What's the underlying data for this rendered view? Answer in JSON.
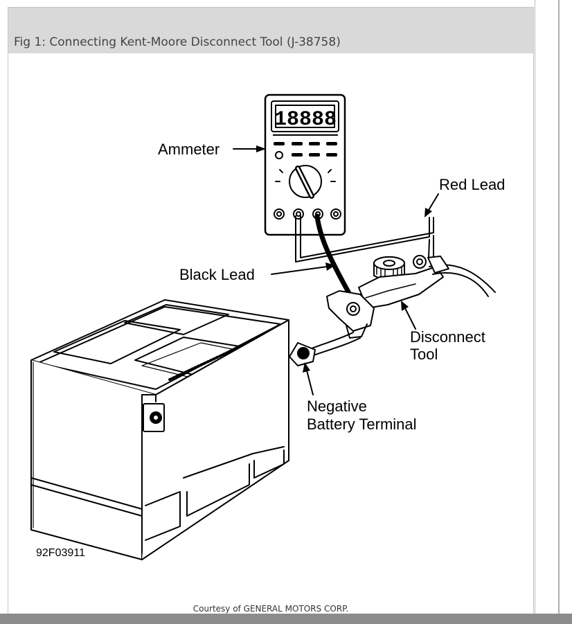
{
  "figure": {
    "caption": "Fig 1: Connecting Kent-Moore Disconnect Tool (J-38758)",
    "credit": "Courtesy of GENERAL MOTORS CORP.",
    "figure_code": "92F03911"
  },
  "display": {
    "readout": "18888"
  },
  "labels": {
    "ammeter": "Ammeter",
    "red_lead": "Red Lead",
    "black_lead": "Black Lead",
    "disconnect_line1": "Disconnect",
    "disconnect_line2": "Tool",
    "negative_line1": "Negative",
    "negative_line2": "Battery Terminal"
  }
}
